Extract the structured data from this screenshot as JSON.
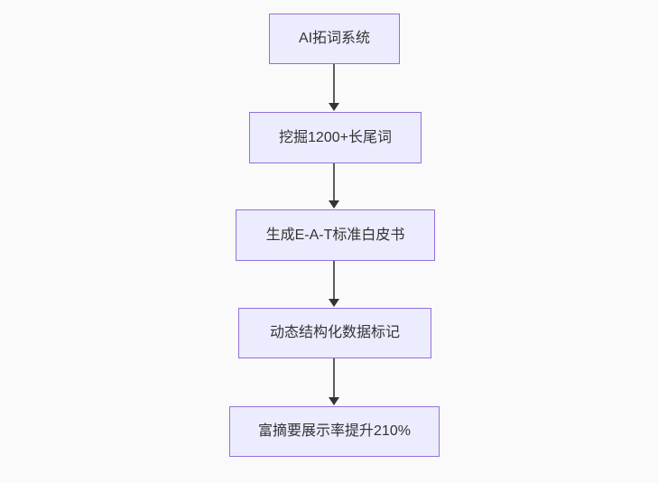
{
  "diagram": {
    "type": "flowchart",
    "direction": "top-down",
    "background_color": "#fafafa",
    "node_style": {
      "fill_color": "#ececff",
      "border_color": "#9370db",
      "text_color": "#333333"
    },
    "edge_style": {
      "line_color": "#5c5c5c",
      "arrowhead_color": "#333333"
    },
    "nodes": [
      {
        "id": "node-1",
        "label": "AI拓词系统"
      },
      {
        "id": "node-2",
        "label": "挖掘1200+长尾词"
      },
      {
        "id": "node-3",
        "label": "生成E-A-T标准白皮书"
      },
      {
        "id": "node-4",
        "label": "动态结构化数据标记"
      },
      {
        "id": "node-5",
        "label": "富摘要展示率提升210%"
      }
    ],
    "edges": [
      {
        "from": "node-1",
        "to": "node-2"
      },
      {
        "from": "node-2",
        "to": "node-3"
      },
      {
        "from": "node-3",
        "to": "node-4"
      },
      {
        "from": "node-4",
        "to": "node-5"
      }
    ]
  }
}
